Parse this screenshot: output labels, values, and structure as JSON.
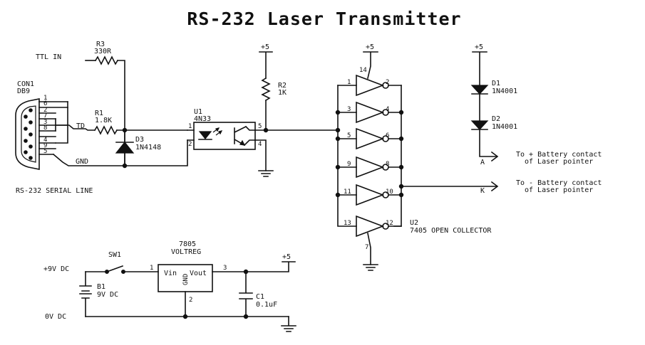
{
  "title": "RS-232 Laser Transmitter",
  "connector": {
    "ref": "CON1",
    "type": "DB9",
    "pins": [
      "1",
      "6",
      "2",
      "7",
      "3",
      "8",
      "4",
      "9",
      "5"
    ],
    "caption": "RS-232 SERIAL LINE"
  },
  "nets": {
    "ttl_in": "TTL IN",
    "td": "TD",
    "gnd": "GND",
    "vcc": "+5",
    "out_a": "A",
    "out_k": "K",
    "v9": "+9V DC",
    "v0": "0V DC"
  },
  "r3": {
    "ref": "R3",
    "value": "330R"
  },
  "r1": {
    "ref": "R1",
    "value": "1.8K"
  },
  "r2": {
    "ref": "R2",
    "value": "1K"
  },
  "d3": {
    "ref": "D3",
    "value": "1N4148"
  },
  "u1": {
    "ref": "U1",
    "value": "4N33",
    "pins": [
      "1",
      "2",
      "5",
      "4"
    ]
  },
  "u2": {
    "ref": "U2",
    "value": "7405 OPEN COLLECTOR",
    "vcc_pin": "14",
    "gnd_pin": "7",
    "gates": [
      {
        "in": "1",
        "out": "2"
      },
      {
        "in": "3",
        "out": "4"
      },
      {
        "in": "5",
        "out": "6"
      },
      {
        "in": "9",
        "out": "8"
      },
      {
        "in": "11",
        "out": "10"
      },
      {
        "in": "13",
        "out": "12"
      }
    ]
  },
  "d1": {
    "ref": "D1",
    "value": "1N4001"
  },
  "d2": {
    "ref": "D2",
    "value": "1N4001"
  },
  "outputs": {
    "a_line1": "To + Battery contact",
    "a_line2": "of Laser pointer",
    "k_line1": "To - Battery contact",
    "k_line2": "of Laser pointer"
  },
  "sw1": {
    "ref": "SW1"
  },
  "b1": {
    "ref": "B1",
    "value": "9V DC"
  },
  "reg": {
    "ref": "7805",
    "value": "VOLTREG",
    "vin": "Vin",
    "vout": "Vout",
    "gnd": "GND",
    "pin_in": "1",
    "pin_gnd": "2",
    "pin_out": "3"
  },
  "c1": {
    "ref": "C1",
    "value": "0.1uF"
  }
}
